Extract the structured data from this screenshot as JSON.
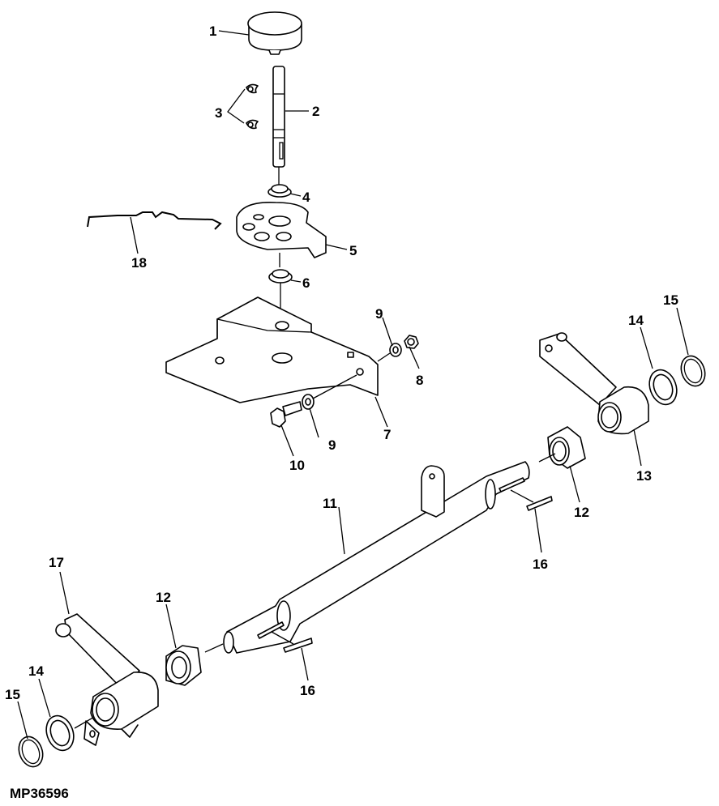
{
  "figure_id": "MP36596",
  "callouts": [
    {
      "id": "1",
      "part": "knob"
    },
    {
      "id": "2",
      "part": "shaft"
    },
    {
      "id": "3",
      "part": "e-rings"
    },
    {
      "id": "4",
      "part": "bushing-upper"
    },
    {
      "id": "5",
      "part": "detent-plate"
    },
    {
      "id": "6",
      "part": "bushing-lower"
    },
    {
      "id": "7",
      "part": "bracket"
    },
    {
      "id": "8",
      "part": "nut"
    },
    {
      "id": "9a",
      "label": "9",
      "part": "washer-upper"
    },
    {
      "id": "9b",
      "label": "9",
      "part": "washer-lower"
    },
    {
      "id": "10",
      "part": "bolt"
    },
    {
      "id": "11",
      "part": "cross-shaft"
    },
    {
      "id": "12a",
      "label": "12",
      "part": "bushing-right"
    },
    {
      "id": "12b",
      "label": "12",
      "part": "bushing-left"
    },
    {
      "id": "13",
      "part": "arm-right"
    },
    {
      "id": "14a",
      "label": "14",
      "part": "washer-right"
    },
    {
      "id": "14b",
      "label": "14",
      "part": "washer-left"
    },
    {
      "id": "15a",
      "label": "15",
      "part": "snap-ring-right"
    },
    {
      "id": "15b",
      "label": "15",
      "part": "snap-ring-left"
    },
    {
      "id": "16a",
      "label": "16",
      "part": "key-right"
    },
    {
      "id": "16b",
      "label": "16",
      "part": "key-left"
    },
    {
      "id": "17",
      "part": "arm-left"
    },
    {
      "id": "18",
      "part": "spring-wire"
    }
  ],
  "labels": {
    "l1": "1",
    "l2": "2",
    "l3": "3",
    "l4": "4",
    "l5": "5",
    "l6": "6",
    "l7": "7",
    "l8": "8",
    "l9a": "9",
    "l9b": "9",
    "l10": "10",
    "l11": "11",
    "l12a": "12",
    "l12b": "12",
    "l13": "13",
    "l14a": "14",
    "l14b": "14",
    "l15a": "15",
    "l15b": "15",
    "l16a": "16",
    "l16b": "16",
    "l17": "17",
    "l18": "18"
  }
}
